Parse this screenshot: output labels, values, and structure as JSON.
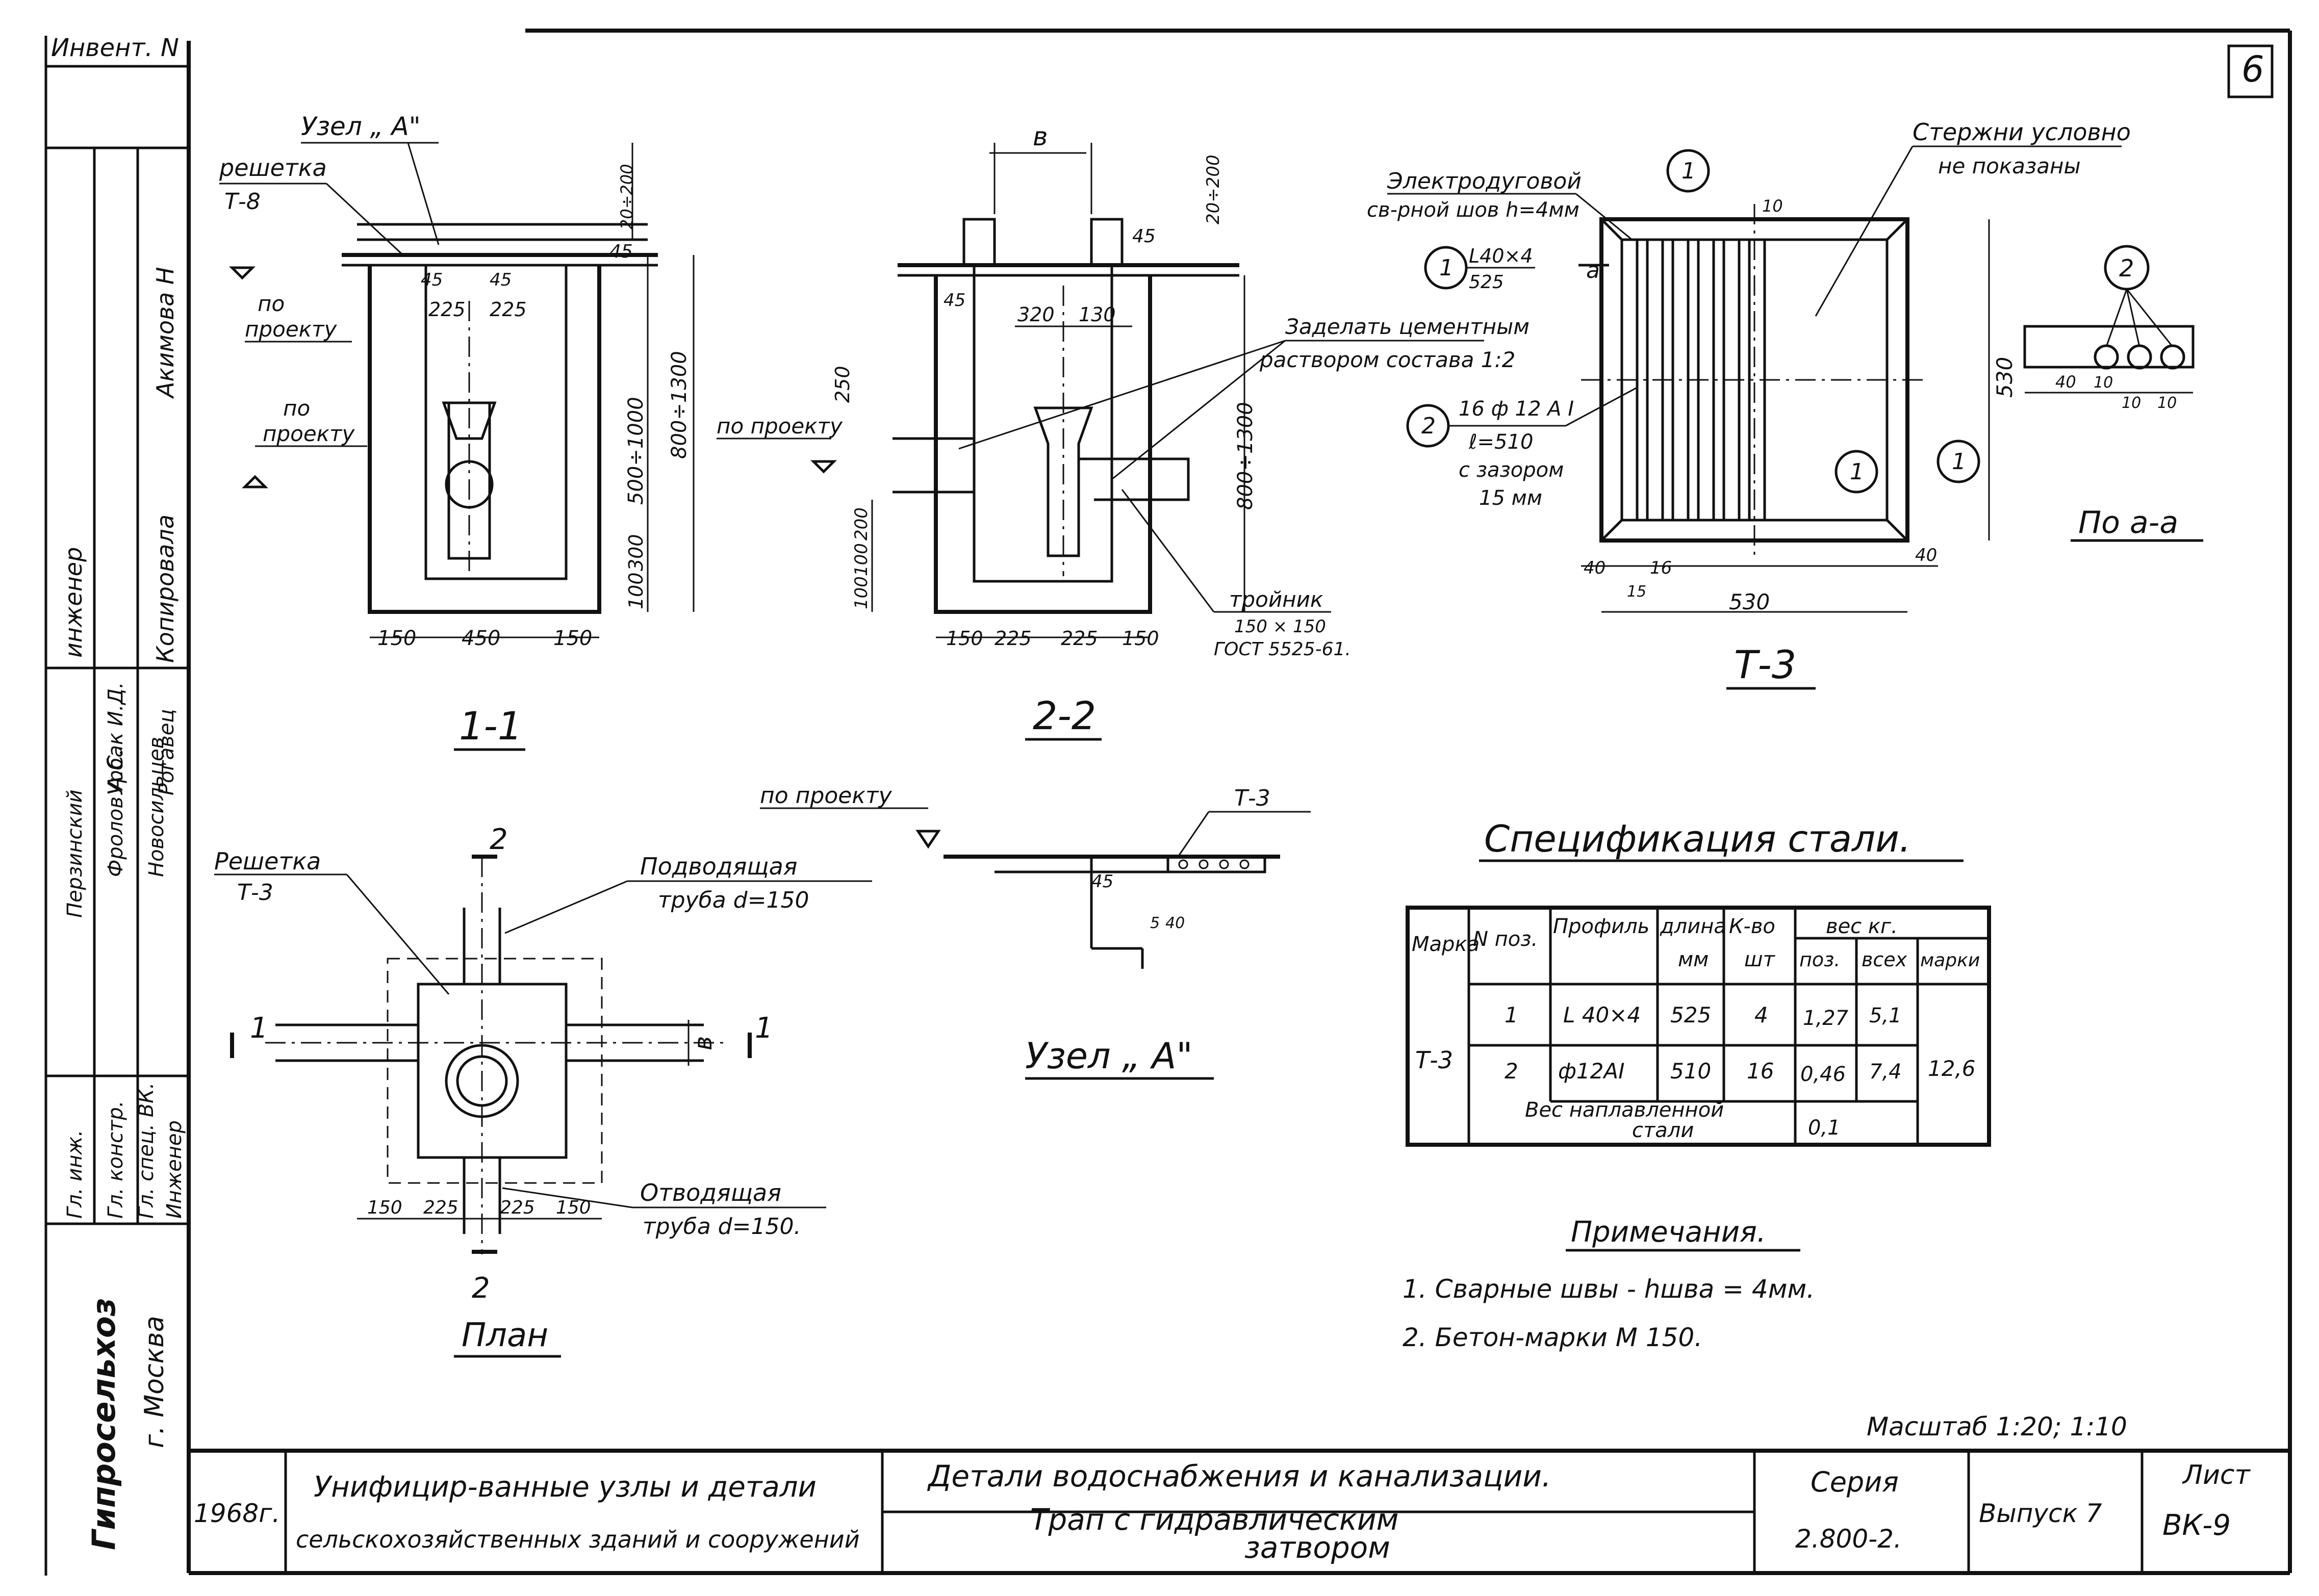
{
  "frame": {
    "sheet_number_mark": "6"
  },
  "side_stamp": {
    "invent": "Инвент. N",
    "roles": [
      "Гл. инж.",
      "Гл. констр.",
      "Гл. спец. ВК.",
      "Инженер"
    ],
    "names": [
      "Перзинский",
      "Фролов А.С.",
      "Урбак И.Д.",
      "Новосильцев",
      "Рогавец"
    ],
    "engineer": "инженер",
    "copied": "Копировала",
    "akimova": "Акимова Н",
    "organization": "Гипросельхоз",
    "city": "г. Москва"
  },
  "section_1_1": {
    "title": "1-1",
    "node_label": "Узел „ А\"",
    "grating": "решетка",
    "grating_type": "Т-8",
    "design_level_1": "по",
    "design_level_1b": "проекту",
    "design_level_2": "по",
    "design_level_2b": "проекту",
    "dims": {
      "d45a": "45",
      "d45b": "45",
      "d45c": "45",
      "d225a": "225",
      "d225b": "225",
      "d150a": "150",
      "d450": "450",
      "d150b": "150",
      "d20_200": "20÷200",
      "d500_1000": "500÷1000",
      "d800_1300": "800÷1300",
      "d300": "300",
      "d100": "100"
    }
  },
  "section_2_2": {
    "title": "2-2",
    "design_level": "по проекту",
    "dims": {
      "b": "в",
      "d20_200": "20÷200",
      "d45a": "45",
      "d45b": "45",
      "d320": "320",
      "d130": "130",
      "d250": "250",
      "d100a": "100",
      "d100b": "100",
      "d200": "200",
      "d150a": "150",
      "d225a": "225",
      "d225b": "225",
      "d150b": "150",
      "d800_1300": "800÷1300"
    },
    "note_mortar_1": "Заделать цементным",
    "note_mortar_2": "раствором состава 1:2",
    "tee_1": "тройник",
    "tee_2": "150 × 150",
    "tee_3": "ГОСТ 5525-61."
  },
  "grating_T3": {
    "title": "Т-3",
    "weld_1": "Электродуговой",
    "weld_2": "св-рной шов h=4мм",
    "rods_note_1": "Стержни условно",
    "rods_note_2": "не показаны",
    "pos1_label": "1",
    "pos1_profile": "L40×4",
    "pos1_length": "525",
    "pos2_label": "2",
    "pos2_profile": "16 ф 12 А I",
    "pos2_length": "ℓ=510",
    "pos2_gap_1": "с зазором",
    "pos2_gap_2": "15 мм",
    "cut_a": "а",
    "dims": {
      "d10": "10",
      "d530_v": "530",
      "d530_h": "530",
      "d40a": "40",
      "d16": "16",
      "d15": "15",
      "d40b": "40"
    }
  },
  "section_a_a": {
    "title": "По а-а",
    "pos2": "2",
    "dims": {
      "d40": "40",
      "d10a": "10",
      "d10b": "10",
      "d10c": "10"
    }
  },
  "plan": {
    "title": "План",
    "grating_1": "Решетка",
    "grating_2": "Т-3",
    "inlet_1": "Подводящая",
    "inlet_2": "труба d=150",
    "outlet_1": "Отводящая",
    "outlet_2": "труба d=150.",
    "cut_1": "1",
    "cut_1b": "1",
    "cut_2": "2",
    "cut_2b": "2",
    "b": "в",
    "dims": {
      "d150a": "150",
      "d225a": "225",
      "d225b": "225",
      "d150b": "150"
    }
  },
  "node_a": {
    "title": "Узел „ А\"",
    "design_level": "по проекту",
    "grating": "Т-3",
    "dims": {
      "d45": "45",
      "d5": "5",
      "d40": "40"
    }
  },
  "spec": {
    "title": "Спецификация стали.",
    "headers": {
      "mark": "Марка",
      "pos": "N поз.",
      "profile": "Профиль",
      "length": "длина",
      "length_unit": "мм",
      "qty": "К-во",
      "qty_unit": "шт",
      "weight": "вес кг.",
      "w_pos": "поз.",
      "w_all": "всех",
      "w_mark": "марки"
    },
    "mark": "Т-3",
    "rows": [
      {
        "pos": "1",
        "profile": "L 40×4",
        "length": "525",
        "qty": "4",
        "w_pos": "1,27",
        "w_all": "5,1"
      },
      {
        "pos": "2",
        "profile": "ф12АI",
        "length": "510",
        "qty": "16",
        "w_pos": "0,46",
        "w_all": "7,4"
      }
    ],
    "w_mark": "12,6",
    "weld_metal_1": "Вес наплавленной",
    "weld_metal_2": "стали",
    "weld_metal_value": "0,1"
  },
  "notes": {
    "title": "Примечания.",
    "items": [
      "1. Сварные швы - hшва = 4мм.",
      "2. Бетон-марки М 150."
    ]
  },
  "scale": "Масштаб 1:20; 1:10",
  "title_block": {
    "year": "1968г.",
    "project_1": "Унифицир-ванные узлы и детали",
    "project_2": "сельскохозяйственных зданий и сооружений",
    "section": "Детали водоснабжения и канализации.",
    "drawing_1": "Трап с гидравлическим",
    "drawing_2": "затвором",
    "series_label": "Серия",
    "series": "2.800-2.",
    "issue": "Выпуск 7",
    "sheet_label": "Лист",
    "sheet": "ВК-9"
  }
}
